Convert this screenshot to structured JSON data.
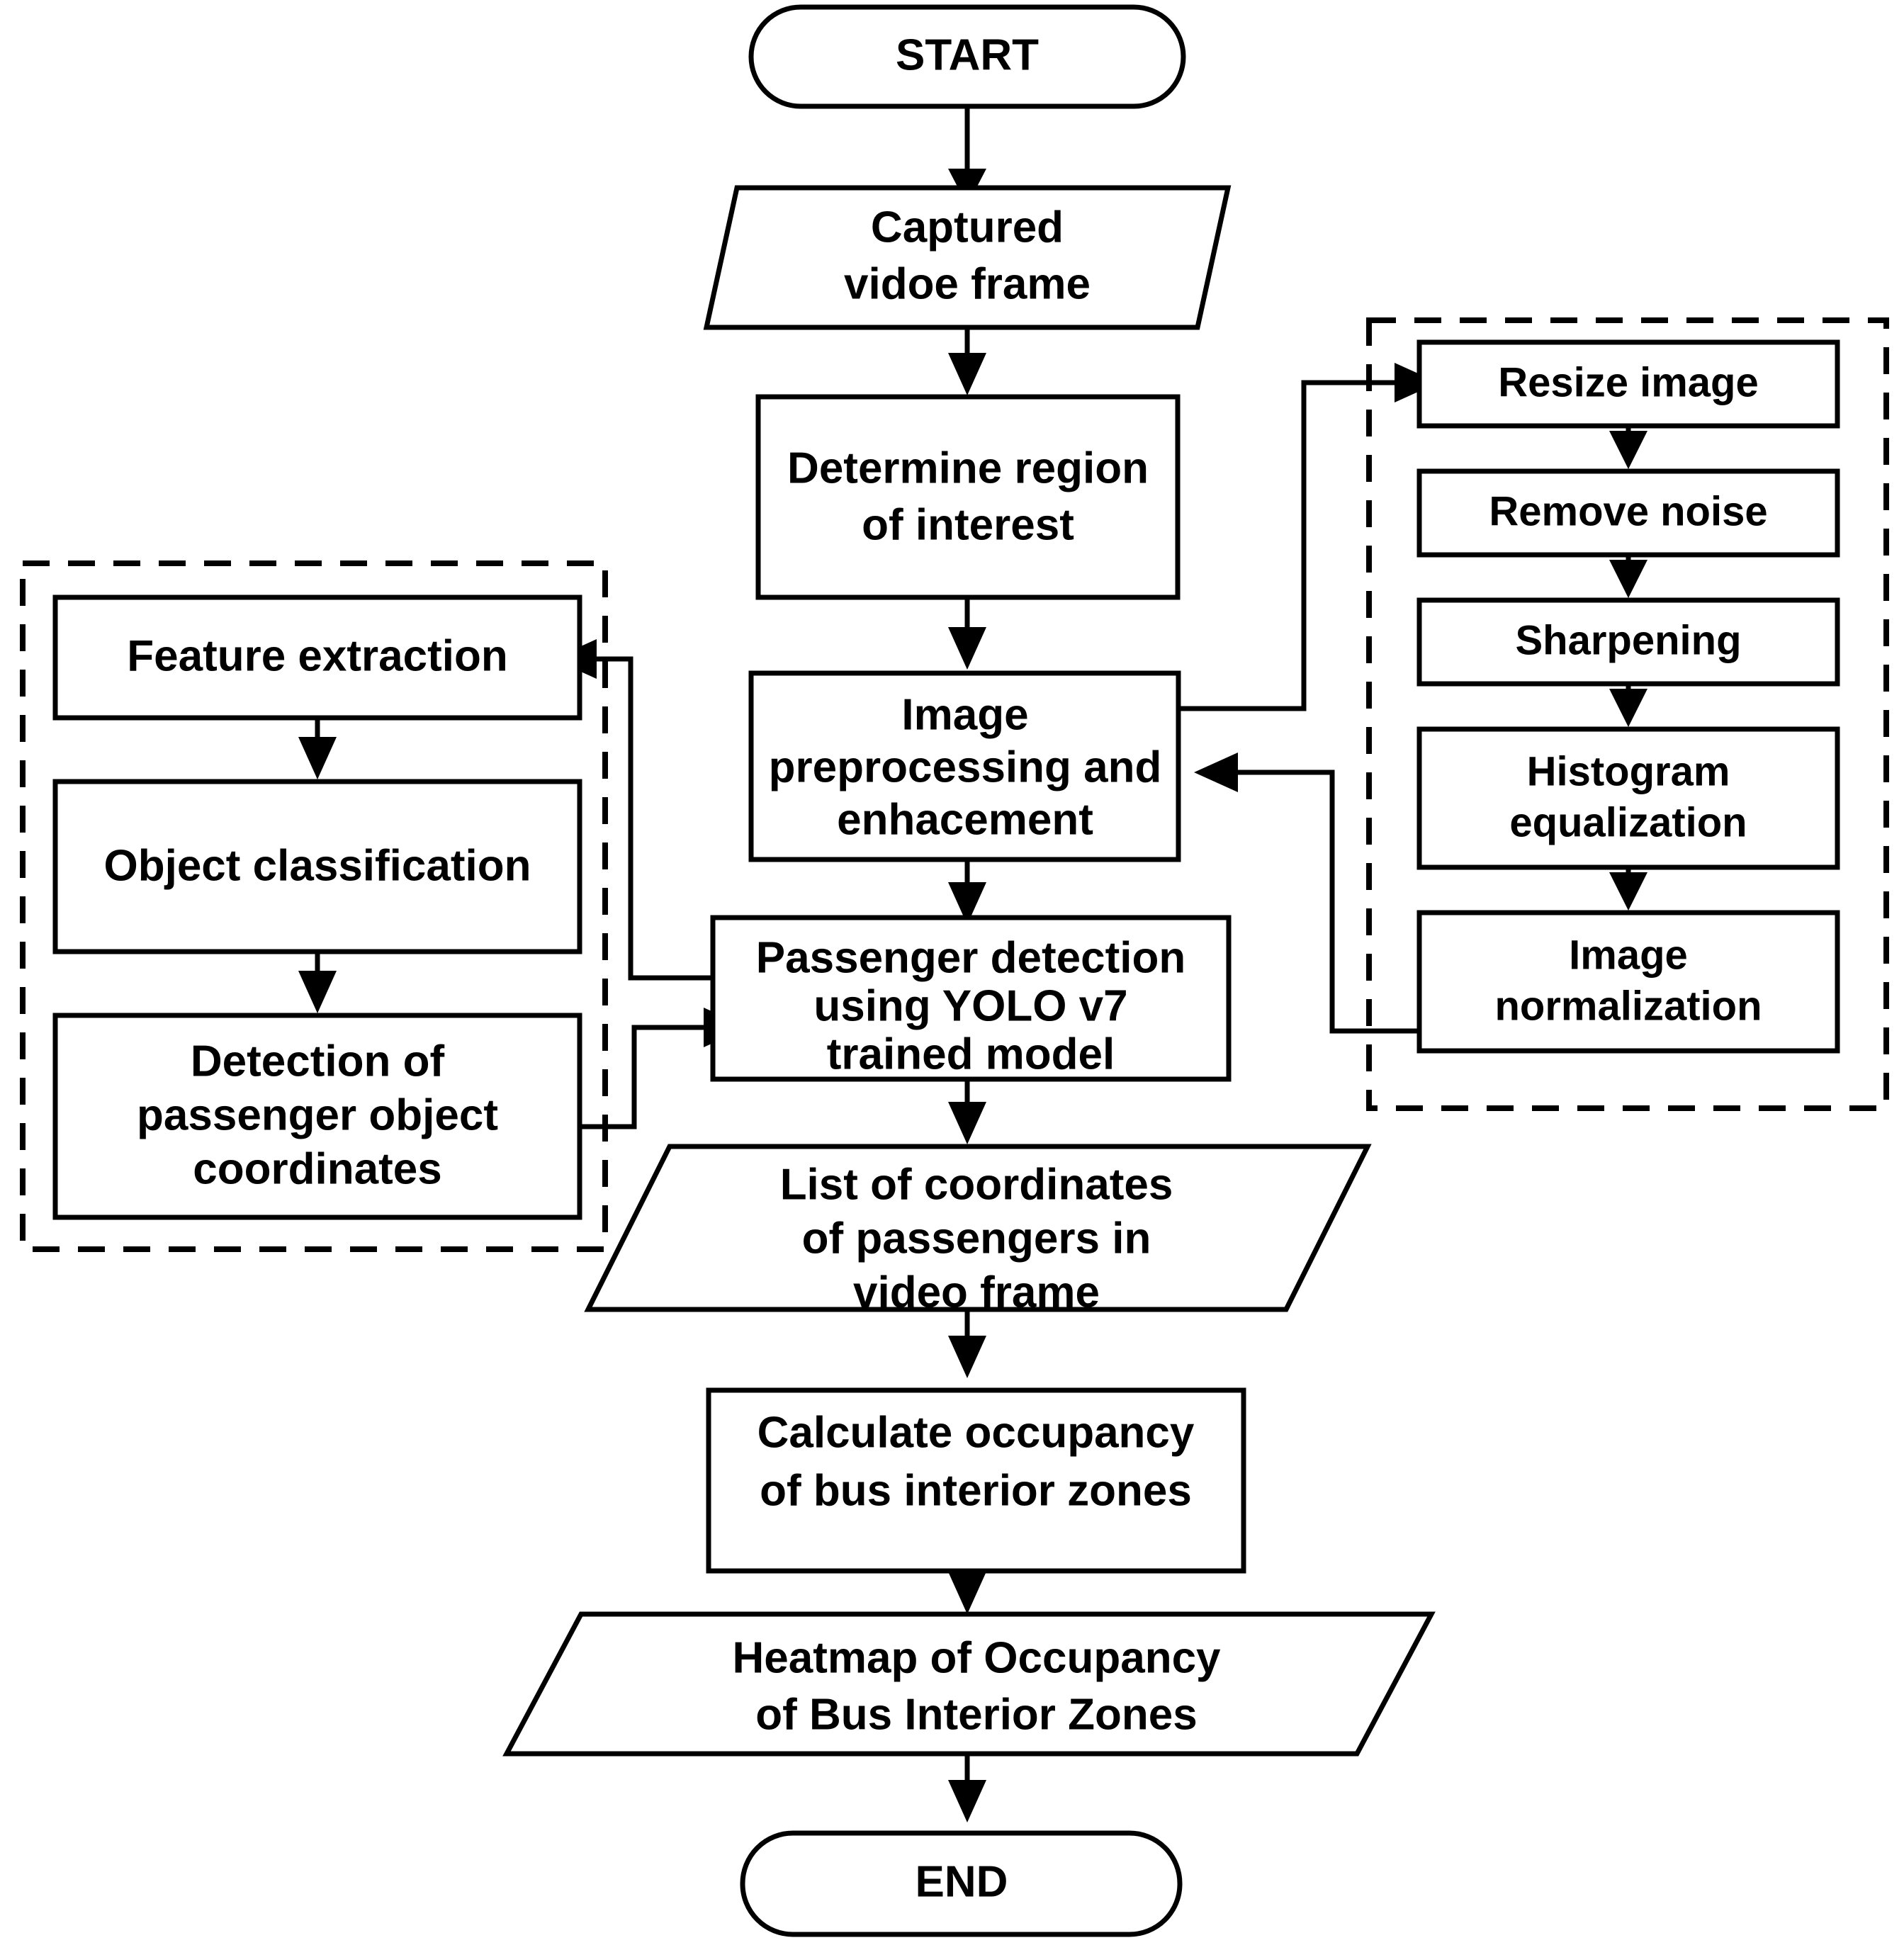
{
  "diagram": {
    "title": "Passenger occupancy detection flowchart",
    "type": "flowchart",
    "colors": {
      "background": "#ffffff",
      "stroke": "#000000",
      "fill": "#ffffff",
      "text": "#000000"
    }
  },
  "nodes": {
    "start": {
      "label": "START",
      "shape": "terminal"
    },
    "captured_frame": {
      "line1": "Captured",
      "line2": "vidoe frame",
      "shape": "parallelogram"
    },
    "determine_roi": {
      "line1": "Determine region",
      "line2": "of interest",
      "shape": "process"
    },
    "image_preprocessing": {
      "line1": "Image",
      "line2": "preprocessing and",
      "line3": "enhacement",
      "shape": "process"
    },
    "passenger_detection": {
      "line1": "Passenger detection",
      "line2": "using YOLO v7",
      "line3": "trained model",
      "shape": "process"
    },
    "list_coordinates": {
      "line1": "List of coordinates",
      "line2": "of passengers in",
      "line3": "video frame",
      "shape": "parallelogram"
    },
    "calculate_occupancy": {
      "line1": "Calculate occupancy",
      "line2": "of bus interior zones",
      "shape": "process"
    },
    "heatmap_output": {
      "line1": "Heatmap of Occupancy",
      "line2": "of Bus Interior Zones",
      "shape": "parallelogram"
    },
    "end": {
      "label": "END",
      "shape": "terminal"
    }
  },
  "groups": {
    "detection_group": {
      "style": "dashed",
      "steps": [
        {
          "line1": "Feature extraction"
        },
        {
          "line1": "Object classification"
        },
        {
          "line1": "Detection of",
          "line2": "passenger object",
          "line3": "coordinates"
        }
      ]
    },
    "preprocessing_group": {
      "style": "dashed",
      "steps": [
        {
          "line1": "Resize image"
        },
        {
          "line1": "Remove noise"
        },
        {
          "line1": "Sharpening"
        },
        {
          "line1": "Histogram",
          "line2": "equalization"
        },
        {
          "line1": "Image",
          "line2": "normalization"
        }
      ]
    }
  }
}
